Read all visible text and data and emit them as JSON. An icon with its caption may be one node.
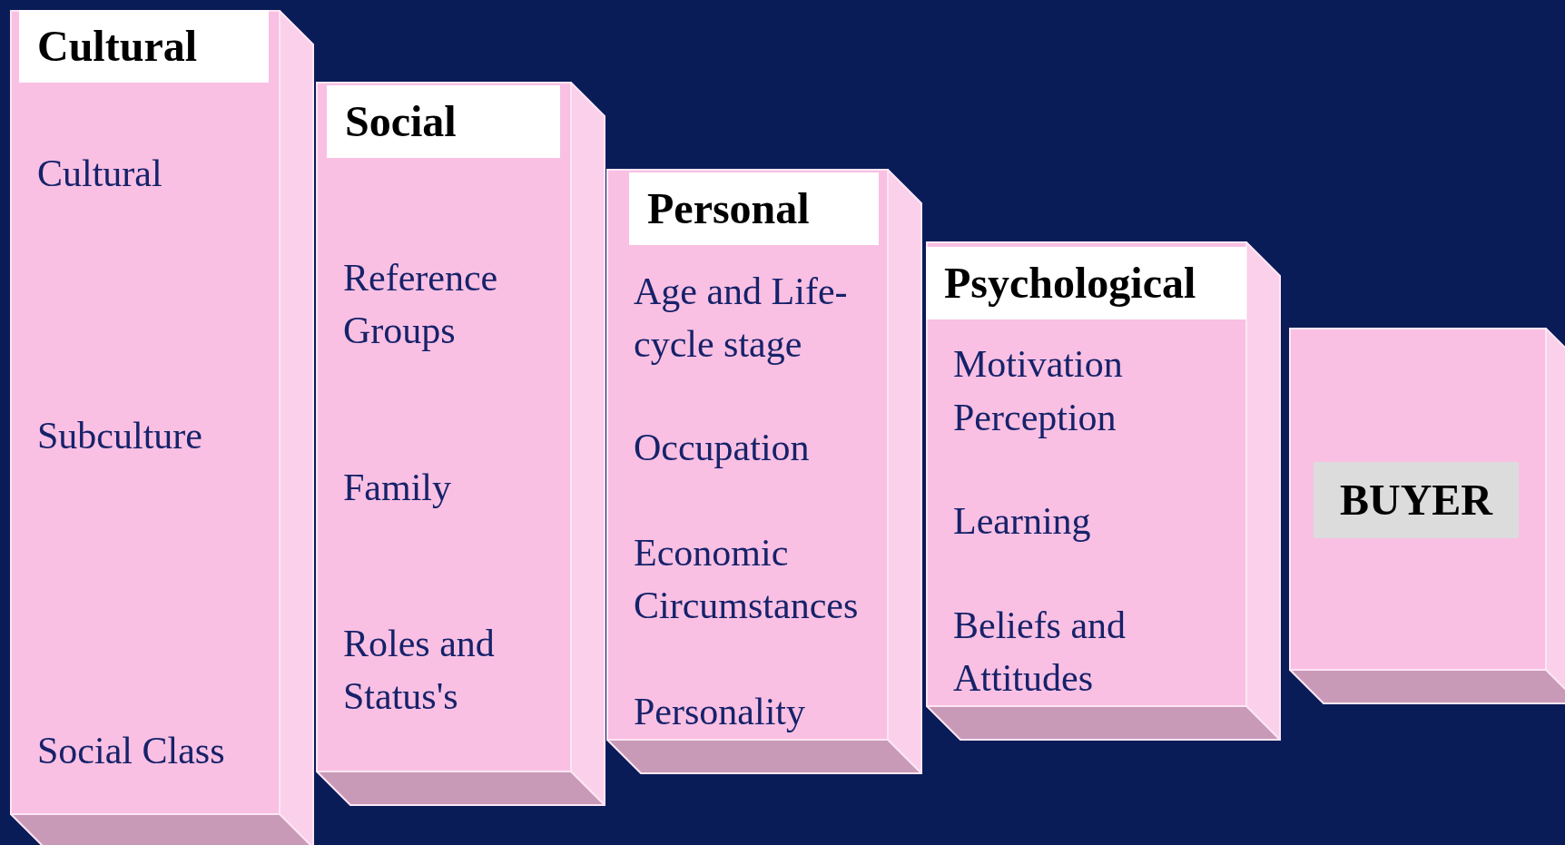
{
  "diagram": {
    "nodes": [
      {
        "text": [
          "Cultural",
          "Cultural",
          "Subculture",
          "Social Class"
        ]
      },
      {
        "text": [
          "Social",
          "Reference Groups",
          "Family",
          "Roles and Status's"
        ]
      },
      {
        "text": [
          "Personal",
          "Age and Life-cycle stage",
          "Occupation",
          "Economic Circumstances",
          "Personality"
        ]
      },
      {
        "text": [
          "Psychological",
          "Motivation",
          "Perception",
          "Learning",
          "Beliefs and Attitudes"
        ]
      },
      {
        "text": [
          "BUYER"
        ]
      }
    ],
    "edges": []
  }
}
